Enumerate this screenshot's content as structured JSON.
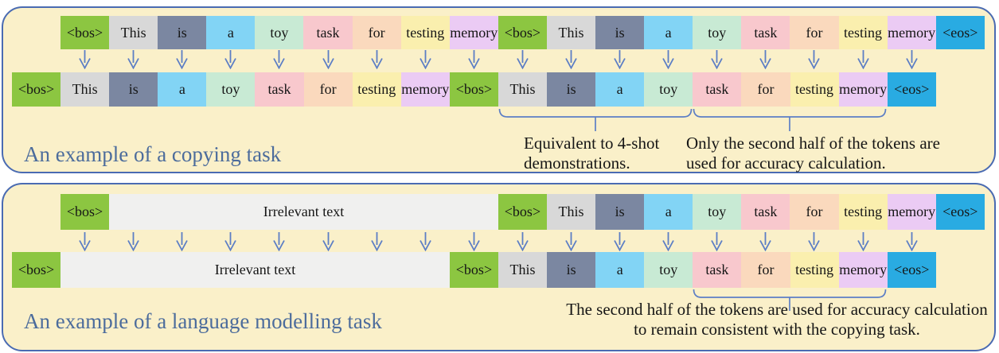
{
  "colors": {
    "panel_bg": "#FAF0C9",
    "panel_border": "#4A6BB2",
    "arrow": "#5C7EC5",
    "brace": "#5C7EC5",
    "title_text": "#4C6C9C",
    "annotation_text": "#161616"
  },
  "palette": {
    "bos": "#8CC641",
    "eos": "#29ABE2",
    "this": "#D8D8D8",
    "is": "#7B87A1",
    "a": "#82D4F5",
    "toy": "#C8EAD4",
    "task": "#F8C8CD",
    "for": "#FAD9BD",
    "testing": "#FAEFAE",
    "memory": "#EBCBF4",
    "irrelevant": "#F0F0EF"
  },
  "panel1": {
    "title": "An example of a copying task",
    "arrow_count": 18,
    "input_tokens": [
      {
        "t": "<bos>",
        "c": "bos"
      },
      {
        "t": "This",
        "c": "this"
      },
      {
        "t": "is",
        "c": "is"
      },
      {
        "t": "a",
        "c": "a"
      },
      {
        "t": "toy",
        "c": "toy"
      },
      {
        "t": "task",
        "c": "task"
      },
      {
        "t": "for",
        "c": "for"
      },
      {
        "t": "testing",
        "c": "testing"
      },
      {
        "t": "memory",
        "c": "memory"
      },
      {
        "t": "<bos>",
        "c": "bos"
      },
      {
        "t": "This",
        "c": "this"
      },
      {
        "t": "is",
        "c": "is"
      },
      {
        "t": "a",
        "c": "a"
      },
      {
        "t": "toy",
        "c": "toy"
      },
      {
        "t": "task",
        "c": "task"
      },
      {
        "t": "for",
        "c": "for"
      },
      {
        "t": "testing",
        "c": "testing"
      },
      {
        "t": "memory",
        "c": "memory"
      },
      {
        "t": "<eos>",
        "c": "eos"
      }
    ],
    "output_tokens": [
      {
        "t": "<bos>",
        "c": "bos"
      },
      {
        "t": "This",
        "c": "this"
      },
      {
        "t": "is",
        "c": "is"
      },
      {
        "t": "a",
        "c": "a"
      },
      {
        "t": "toy",
        "c": "toy"
      },
      {
        "t": "task",
        "c": "task"
      },
      {
        "t": "for",
        "c": "for"
      },
      {
        "t": "testing",
        "c": "testing"
      },
      {
        "t": "memory",
        "c": "memory"
      },
      {
        "t": "<bos>",
        "c": "bos"
      },
      {
        "t": "This",
        "c": "this"
      },
      {
        "t": "is",
        "c": "is"
      },
      {
        "t": "a",
        "c": "a"
      },
      {
        "t": "toy",
        "c": "toy"
      },
      {
        "t": "task",
        "c": "task"
      },
      {
        "t": "for",
        "c": "for"
      },
      {
        "t": "testing",
        "c": "testing"
      },
      {
        "t": "memory",
        "c": "memory"
      },
      {
        "t": "<eos>",
        "c": "eos"
      }
    ],
    "annotations": {
      "four_shot": "Equivalent to 4-shot demonstrations.",
      "accuracy": "Only the second half of the tokens are used for accuracy calculation."
    }
  },
  "panel2": {
    "title": "An example of a language modelling task",
    "arrow_count": 18,
    "input_tokens": [
      {
        "t": "<bos>",
        "c": "bos"
      },
      {
        "t": "Irrelevant text",
        "c": "irrelevant",
        "u": 8
      },
      {
        "t": "<bos>",
        "c": "bos"
      },
      {
        "t": "This",
        "c": "this"
      },
      {
        "t": "is",
        "c": "is"
      },
      {
        "t": "a",
        "c": "a"
      },
      {
        "t": "toy",
        "c": "toy"
      },
      {
        "t": "task",
        "c": "task"
      },
      {
        "t": "for",
        "c": "for"
      },
      {
        "t": "testing",
        "c": "testing"
      },
      {
        "t": "memory",
        "c": "memory"
      },
      {
        "t": "<eos>",
        "c": "eos"
      }
    ],
    "output_tokens": [
      {
        "t": "<bos>",
        "c": "bos"
      },
      {
        "t": "Irrelevant text",
        "c": "irrelevant",
        "u": 8
      },
      {
        "t": "<bos>",
        "c": "bos"
      },
      {
        "t": "This",
        "c": "this"
      },
      {
        "t": "is",
        "c": "is"
      },
      {
        "t": "a",
        "c": "a"
      },
      {
        "t": "toy",
        "c": "toy"
      },
      {
        "t": "task",
        "c": "task"
      },
      {
        "t": "for",
        "c": "for"
      },
      {
        "t": "testing",
        "c": "testing"
      },
      {
        "t": "memory",
        "c": "memory"
      },
      {
        "t": "<eos>",
        "c": "eos"
      }
    ],
    "annotation": "The second half of the tokens are used for accuracy calculation to remain consistent with the copying task."
  }
}
